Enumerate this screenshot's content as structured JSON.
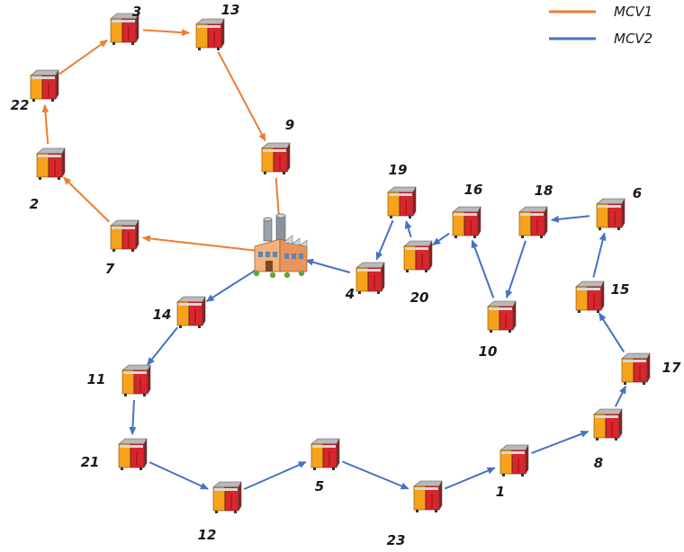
{
  "legend": [
    {
      "label": "MCV1",
      "color": "#ED7D31"
    },
    {
      "label": "MCV2",
      "color": "#4472C4"
    }
  ],
  "depot": {
    "icon": "factory-icon"
  },
  "customer_icon": "cabinet-icon",
  "nodes": [
    "3",
    "13",
    "22",
    "9",
    "2",
    "7",
    "19",
    "16",
    "18",
    "6",
    "4",
    "20",
    "14",
    "10",
    "15",
    "17",
    "11",
    "8",
    "21",
    "5",
    "1",
    "12",
    "23"
  ],
  "routes": [
    {
      "vehicle": "MCV1",
      "sequence": [
        "depot",
        "7",
        "2",
        "22",
        "3",
        "13",
        "9",
        "depot"
      ]
    },
    {
      "vehicle": "MCV2",
      "sequence": [
        "depot",
        "14",
        "11",
        "21",
        "12",
        "5",
        "23",
        "1",
        "8",
        "17",
        "15",
        "6",
        "18",
        "10",
        "16",
        "20",
        "19",
        "4",
        "depot"
      ]
    }
  ]
}
